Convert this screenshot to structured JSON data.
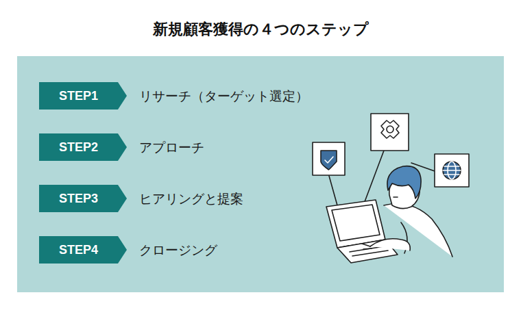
{
  "diagram": {
    "title": "新規顧客獲得の４つのステップ",
    "nodes": [
      {
        "text": [
          "STEP1",
          "リサーチ（ターゲット選定）"
        ]
      },
      {
        "text": [
          "STEP2",
          "アプローチ"
        ]
      },
      {
        "text": [
          "STEP3",
          "ヒアリングと提案"
        ]
      },
      {
        "text": [
          "STEP4",
          "クロージング"
        ]
      }
    ]
  }
}
